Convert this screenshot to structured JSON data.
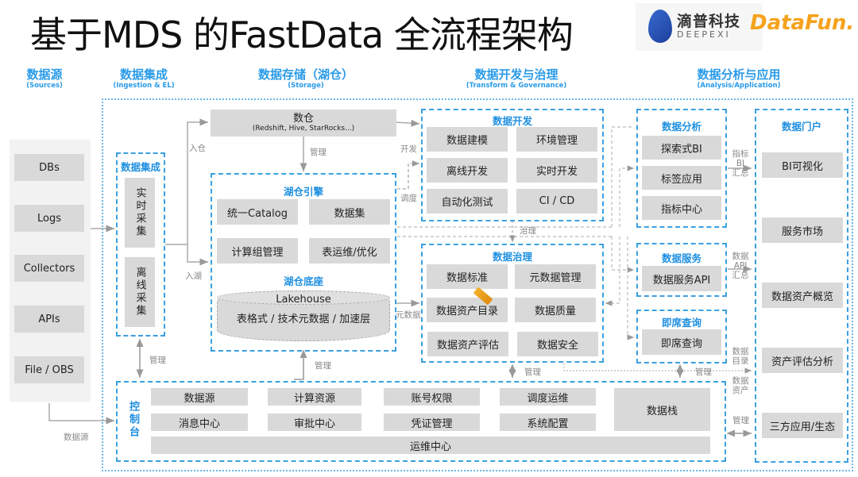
{
  "title": "基于MDS 的FastData 全流程架构",
  "logos": {
    "deepexi_cn": "滴普科技",
    "deepexi_en": "DEEPEXI",
    "datafun": "DataFun."
  },
  "colors": {
    "accent": "#2a9be8",
    "box_fill": "#d9d9d9",
    "label_gray": "#888888"
  },
  "columns": [
    {
      "title": "数据源",
      "sub": "(Sources)"
    },
    {
      "title": "数据集成",
      "sub": "(Ingestion & EL)"
    },
    {
      "title": "数据存储（湖仓）",
      "sub": "(Storage)"
    },
    {
      "title": "数据开发与治理",
      "sub": "(Transform & Governance)"
    },
    {
      "title": "数据分析与应用",
      "sub": "(Analysis/Application)"
    }
  ],
  "sources": [
    "DBs",
    "Logs",
    "Collectors",
    "APIs",
    "File / OBS"
  ],
  "ingestion": {
    "title": "数据集成",
    "items": [
      "实时采集",
      "离线采集"
    ]
  },
  "storage": {
    "warehouse": {
      "title": "数仓",
      "sub": "(Redshift, Hive, StarRocks...)"
    },
    "engine": {
      "title": "湖仓引擎",
      "items": [
        "统一Catalog",
        "数据集",
        "计算组管理",
        "表运维/优化"
      ]
    },
    "base": {
      "title": "湖仓底座",
      "cyl_title": "Lakehouse",
      "cyl_sub": "表格式 / 技术元数据 / 加速层"
    }
  },
  "dev": {
    "title": "数据开发",
    "items": [
      "数据建模",
      "环境管理",
      "离线开发",
      "实时开发",
      "自动化测试",
      "CI / CD"
    ]
  },
  "gov": {
    "title": "数据治理",
    "items": [
      "数据标准",
      "元数据管理",
      "数据资产目录",
      "数据质量",
      "数据资产评估",
      "数据安全"
    ]
  },
  "analysis": {
    "title": "数据分析",
    "items": [
      "探索式BI",
      "标签应用",
      "指标中心"
    ]
  },
  "service": {
    "title": "数据服务",
    "items": [
      "数据服务API"
    ]
  },
  "adhoc": {
    "title": "即席查询",
    "items": [
      "即席查询"
    ]
  },
  "portal": {
    "title": "数据门户",
    "items": [
      "BI可视化",
      "服务市场",
      "数据资产概览",
      "资产评估分析",
      "三方应用/生态"
    ]
  },
  "console": {
    "title": "控制台",
    "row1": [
      "数据源",
      "计算资源",
      "账号权限",
      "调度运维"
    ],
    "row2": [
      "消息中心",
      "审批中心",
      "凭证管理",
      "系统配置"
    ],
    "stack": "数据栈",
    "ops": "运维中心"
  },
  "labels": {
    "into_wh": "入仓",
    "into_lake": "入湖",
    "manage": "管理",
    "develop": "开发",
    "schedule": "调度",
    "govern": "治理",
    "metadata": "元数据",
    "datasource": "数据源",
    "metric_bi": [
      "指标",
      "BI",
      "汇总"
    ],
    "data_api": [
      "数据",
      "API",
      "汇总"
    ],
    "data_catalog": [
      "数据",
      "目录"
    ],
    "data_asset": [
      "数据",
      "资产"
    ]
  }
}
